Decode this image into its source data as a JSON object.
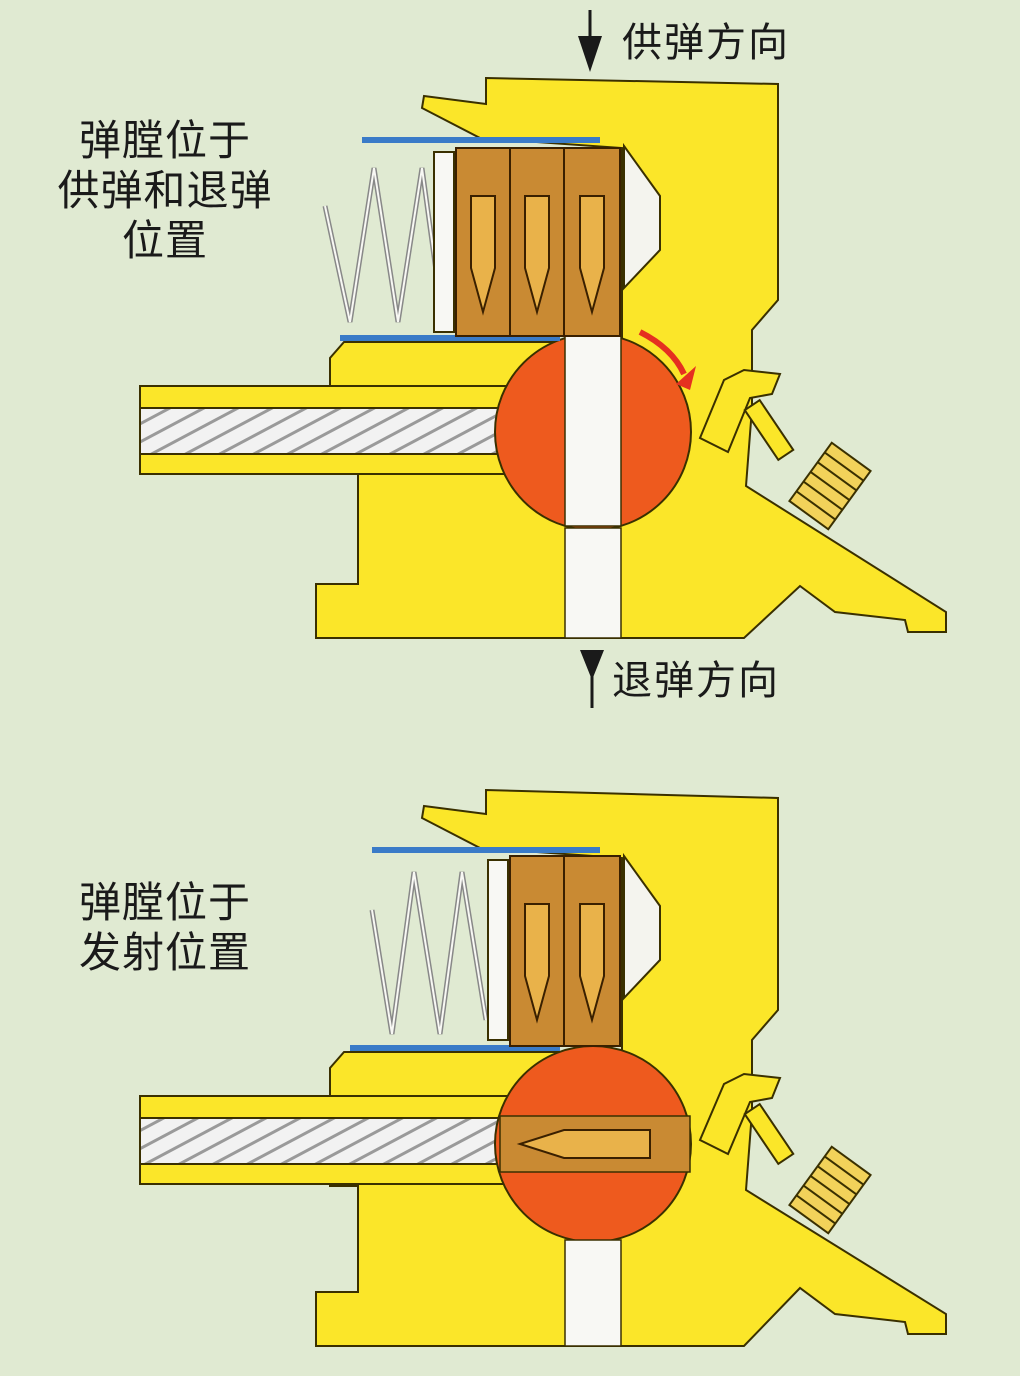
{
  "top_diagram": {
    "caption_lines": [
      "弹膛位于",
      "供弹和退弹",
      "位置"
    ],
    "feed_direction": "供弹方向",
    "eject_direction": "退弹方向"
  },
  "bottom_diagram": {
    "caption_lines": [
      "弹膛位于",
      "发射位置"
    ]
  },
  "colors": {
    "background": "#e0ead2",
    "receiver": "#fbe629",
    "rotor": "#ee5a1e",
    "cartridge_case": "#c98a33",
    "bullet": "#e9b24a",
    "magazine_lips": "#3a7bc8",
    "rotation_arrow": "#e53020"
  },
  "icons": {
    "feed_arrow": "down-arrow-icon",
    "eject_arrow": "down-arrowhead-icon",
    "rotation_arrow": "curved-arrow-icon"
  }
}
